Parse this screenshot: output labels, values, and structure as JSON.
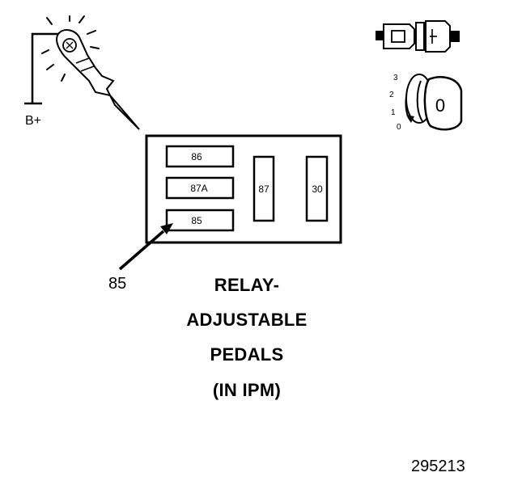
{
  "probe": {
    "ground_label": "B+"
  },
  "relay": {
    "terminals": {
      "t86": "86",
      "t87a": "87A",
      "t85": "85",
      "t87": "87",
      "t30": "30"
    },
    "callout_label": "85"
  },
  "ignition": {
    "positions": {
      "p3": "3",
      "p2": "2",
      "p1": "1",
      "p0": "0"
    },
    "key_position_label": "0"
  },
  "title": {
    "line1": "RELAY-",
    "line2": "ADJUSTABLE",
    "line3": "PEDALS",
    "line4": "(IN IPM)"
  },
  "figure_number": "295213"
}
